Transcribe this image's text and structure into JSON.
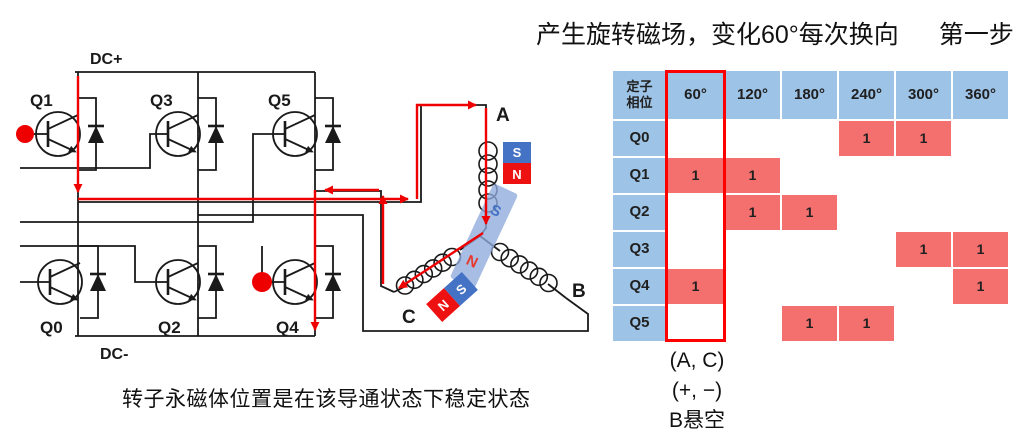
{
  "title": {
    "main": "产生旋转磁场，变化60°每次换向",
    "step": "第一步"
  },
  "circuit": {
    "rail_top_label": "DC+",
    "rail_bottom_label": "DC-",
    "transistor_labels": {
      "q1": "Q1",
      "q3": "Q3",
      "q5": "Q5",
      "q0": "Q0",
      "q2": "Q2",
      "q4": "Q4"
    },
    "active_transistors": [
      "Q1",
      "Q4"
    ],
    "phase_labels": {
      "a": "A",
      "b": "B",
      "c": "C"
    },
    "stator_magnet_a": {
      "top": "S",
      "bottom": "N"
    },
    "stator_magnet_c": {
      "left": "N",
      "right": "S"
    },
    "rotor_magnet": {
      "top": "S",
      "bottom": "N"
    },
    "caption": "转子永磁体位置是在该导通状态下稳定状态"
  },
  "table": {
    "header_col1": "定子\n相位",
    "columns": [
      "60°",
      "120°",
      "180°",
      "240°",
      "300°",
      "360°"
    ],
    "rows": [
      {
        "label": "Q0",
        "active": [
          "240°",
          "300°"
        ]
      },
      {
        "label": "Q1",
        "active": [
          "60°",
          "120°"
        ]
      },
      {
        "label": "Q2",
        "active": [
          "120°",
          "180°"
        ]
      },
      {
        "label": "Q3",
        "active": [
          "300°",
          "360°"
        ]
      },
      {
        "label": "Q4",
        "active": [
          "60°",
          "360°"
        ]
      },
      {
        "label": "Q5",
        "active": [
          "180°",
          "240°"
        ]
      }
    ],
    "cell_value": "1",
    "highlight_column": "60°",
    "colors": {
      "header": "#9dc3e6",
      "active_cell": "#f4706e",
      "highlight_border": "#ff0000",
      "current_path": "#ee0000",
      "magnet_blue": "#4472c4",
      "magnet_red": "#ee1111",
      "rotor_fill": "#8faadc"
    }
  },
  "annotation": {
    "line1": "(A, C)",
    "line2": "(+, −)",
    "line3": "B悬空"
  }
}
